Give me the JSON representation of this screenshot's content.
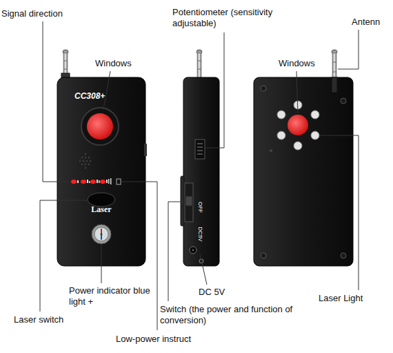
{
  "diagram": {
    "labels": [
      "Signal direction",
      "Potentiometer (sensitivity adjustable)",
      "Antenn",
      "Windows",
      "Windows",
      "CC308+",
      "Laser",
      "OFF",
      "DC5V",
      "Laser switch",
      "Power indicator blue light +",
      "Laser Light",
      "Switch (the power and function of conversion)",
      "DC 5V",
      "Low-power instruct"
    ]
  }
}
